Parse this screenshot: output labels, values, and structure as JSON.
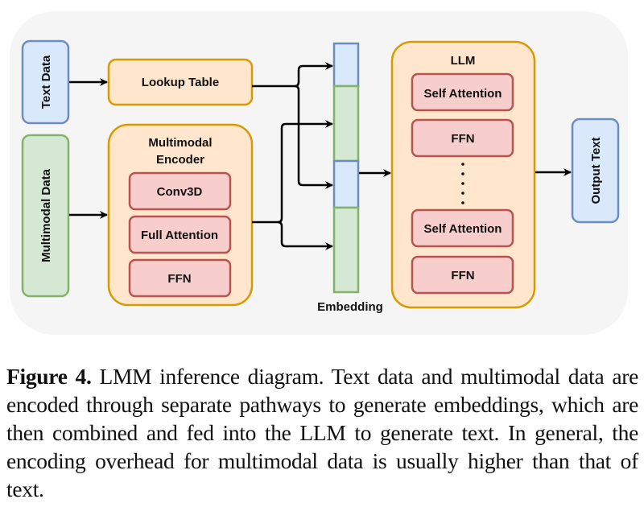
{
  "diagram": {
    "inputs": {
      "text_data": "Text Data",
      "multimodal_data": "Multimodal Data"
    },
    "lookup_table": "Lookup Table",
    "encoder": {
      "title_line1": "Multimodal",
      "title_line2": "Encoder",
      "layers": [
        "Conv3D",
        "Full Attention",
        "FFN"
      ]
    },
    "embedding_label": "Embedding",
    "llm": {
      "title": "LLM",
      "layers_top": [
        "Self Attention",
        "FFN"
      ],
      "ellipsis": "⋮",
      "layers_bottom": [
        "Self Attention",
        "FFN"
      ]
    },
    "output": "Output Text",
    "colors": {
      "background": "#f5f5f5",
      "blue_fill": "#dae8fc",
      "blue_stroke": "#6c8ebf",
      "green_fill": "#d5e8d4",
      "green_stroke": "#82b366",
      "orange_fill": "#ffe6cc",
      "orange_stroke": "#d79b00",
      "red_fill": "#f8cecc",
      "red_stroke": "#b85450"
    }
  },
  "caption": {
    "label": "Figure 4.",
    "text": " LMM inference diagram. Text data and multimodal data are encoded through separate pathways to generate embeddings, which are then combined and fed into the LLM to generate text. In general, the encoding overhead for multimodal data is usually higher than that of text."
  }
}
